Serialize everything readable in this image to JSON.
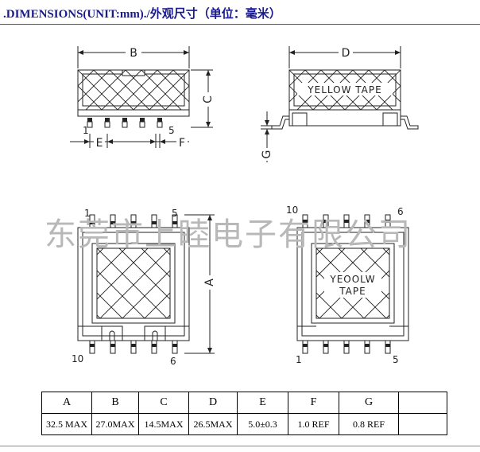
{
  "title": ".DIMENSIONS(UNIT:mm)./外观尺寸（单位：毫米）",
  "watermark": "东莞市上睦电子有限公司",
  "views": {
    "front": {
      "dim_b": "B",
      "dim_c": "C",
      "dim_e": "E",
      "dim_f": "F",
      "pin_first": "1",
      "pin_last": "5"
    },
    "side": {
      "dim_d": "D",
      "dim_g": "G",
      "tape_label": "YELLOW TAPE"
    },
    "bottom": {
      "dim_a": "A",
      "pin_tl": "1",
      "pin_tr": "5",
      "pin_bl": "10",
      "pin_br": "6"
    },
    "top": {
      "pin_tl": "10",
      "pin_tr": "6",
      "pin_bl": "1",
      "pin_br": "5",
      "tape_line1": "YEOOLW",
      "tape_line2": "TAPE"
    }
  },
  "table": {
    "headers": [
      "A",
      "B",
      "C",
      "D",
      "E",
      "F",
      "G",
      ""
    ],
    "values": [
      "32.5 MAX",
      "27.0MAX",
      "14.5MAX",
      "26.5MAX",
      "5.0±0.3",
      "1.0 REF",
      "0.8 REF",
      ""
    ]
  }
}
